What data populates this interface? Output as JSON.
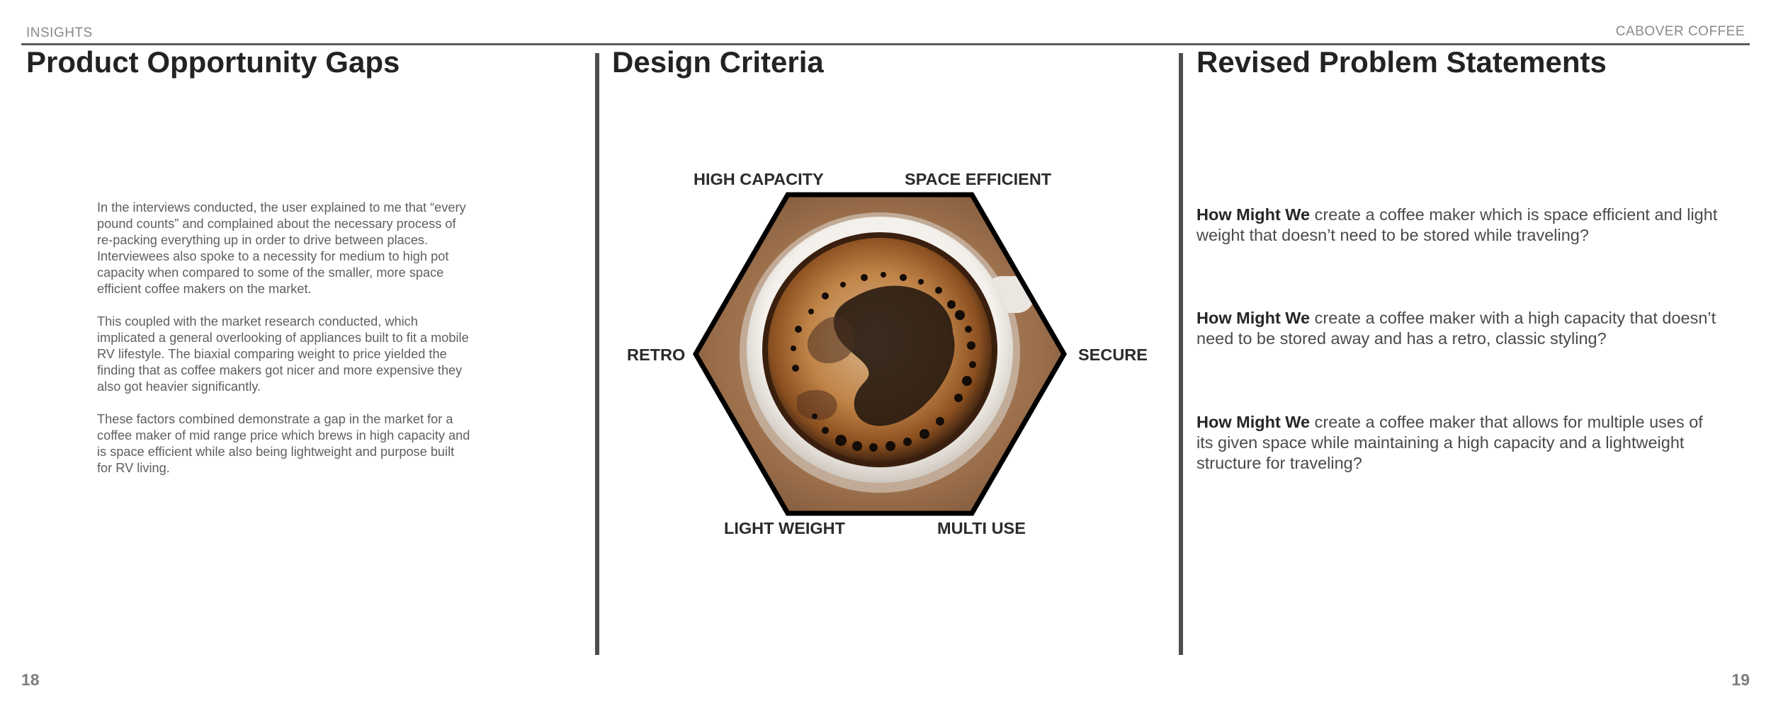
{
  "header": {
    "section": "INSIGHTS",
    "brand": "CABOVER COFFEE"
  },
  "columns": {
    "left": {
      "title": "Product Opportunity Gaps",
      "paragraphs": [
        "In the interviews conducted, the user explained to me that “every pound counts” and complained about the necessary process of re-packing everything up in order to drive between places. Interviewees also spoke to a necessity for medium to high pot capacity when compared to some of the smaller, more space efficient coffee makers on the market.",
        "This coupled with the market research conducted, which implicated a general overlooking of appliances built to fit a mobile RV lifestyle. The biaxial comparing weight to price yielded the finding that as coffee makers got nicer and more expensive they also got heavier significantly.",
        "These factors combined demonstrate a gap in the market for a coffee maker of mid range price which brews in high capacity and is space efficient while also being lightweight and purpose built for RV living."
      ]
    },
    "middle": {
      "title": "Design Criteria",
      "criteria": {
        "top_left": "HIGH CAPACITY",
        "top_right": "SPACE EFFICIENT",
        "left": "RETRO",
        "right": "SECURE",
        "bottom_left": "LIGHT WEIGHT",
        "bottom_right": "MULTI USE"
      },
      "image_icon": "coffee-cup-photo-icon"
    },
    "right": {
      "title": "Revised Problem Statements",
      "statements": [
        {
          "lead": "How Might We",
          "text": " create a coffee maker which is space efficient and light weight that doesn’t need to be stored while traveling?"
        },
        {
          "lead": "How Might We",
          "text": " create a coffee maker with a high capacity that doesn’t need to be stored away and has a retro, classic styling?"
        },
        {
          "lead": "How Might We",
          "text": " create a coffee maker that allows for multiple uses of its given space while maintaining a high capacity and a lightweight structure for traveling?"
        }
      ]
    }
  },
  "footer": {
    "left_page": "18",
    "right_page": "19"
  },
  "colors": {
    "rule": "#5b5b5b",
    "divider": "#4d4d4d",
    "hex_border": "#000000",
    "coffee_crema": "#b8732f",
    "coffee_dark": "#1a120c"
  }
}
